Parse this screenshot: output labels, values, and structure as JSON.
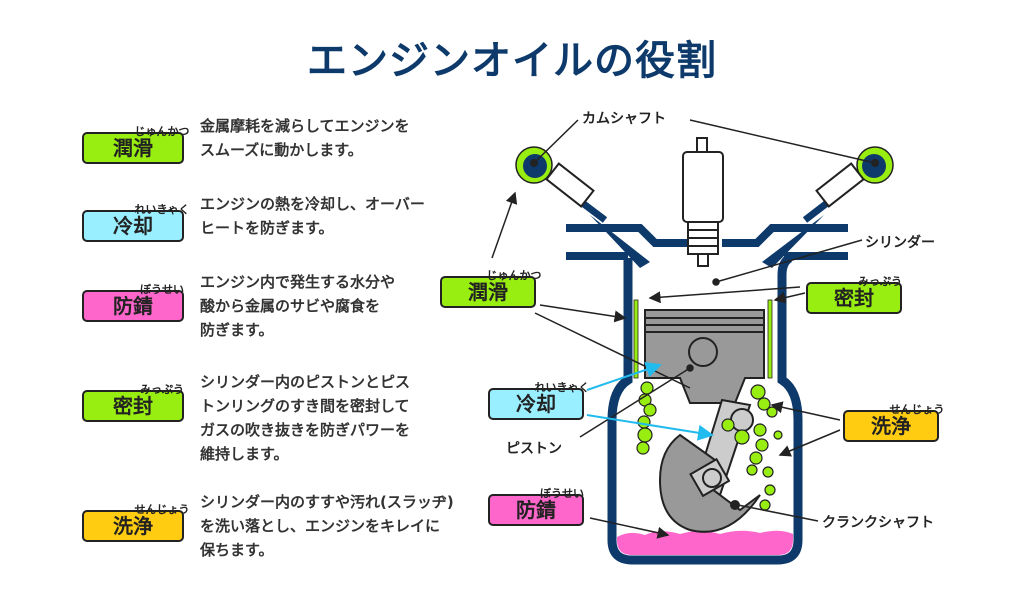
{
  "title": "エンジンオイルの役割",
  "colors": {
    "title": "#0d3a6b",
    "lubrication": "#99ee11",
    "cooling": "#99eeff",
    "rust_prevention": "#ff66cc",
    "sealing": "#99ee11",
    "cleaning": "#ffcc11",
    "engine_blue": "#0d3a6b",
    "oil_green": "#99ee11",
    "sludge_pink": "#ff66cc",
    "metal_gray": "#999999"
  },
  "roles": [
    {
      "ruby": "じゅんかつ",
      "label": "潤滑",
      "desc": [
        "金属摩耗を減らしてエンジンを",
        "スムーズに動かします。"
      ]
    },
    {
      "ruby": "れいきゃく",
      "label": "冷却",
      "desc": [
        "エンジンの熱を冷却し、オーバー",
        "ヒートを防ぎます。"
      ]
    },
    {
      "ruby": "ぼうせい",
      "label": "防錆",
      "desc": [
        "エンジン内で発生する水分や",
        "酸から金属のサビや腐食を",
        "防ぎます。"
      ]
    },
    {
      "ruby": "みっぷう",
      "label": "密封",
      "desc": [
        "シリンダー内のピストンとピス",
        "トンリングのすき間を密封して",
        "ガスの吹き抜きを防ぎパワーを",
        "維持します。"
      ]
    },
    {
      "ruby": "せんじょう",
      "label": "洗浄",
      "desc": [
        "シリンダー内のすすや汚れ(スラッヂ)",
        "を洗い落とし、エンジンをキレイに",
        "保ちます。"
      ]
    }
  ],
  "diagram": {
    "camshaft": "カムシャフト",
    "cylinder": "シリンダー",
    "piston": "ピストン",
    "crankshaft": "クランクシャフト",
    "tags": {
      "lubrication": {
        "ruby": "じゅんかつ",
        "label": "潤滑"
      },
      "sealing": {
        "ruby": "みっぷう",
        "label": "密封"
      },
      "cooling": {
        "ruby": "れいきゃく",
        "label": "冷却"
      },
      "cleaning": {
        "ruby": "せんじょう",
        "label": "洗浄"
      },
      "rust_prevention": {
        "ruby": "ぼうせい",
        "label": "防錆"
      }
    }
  }
}
